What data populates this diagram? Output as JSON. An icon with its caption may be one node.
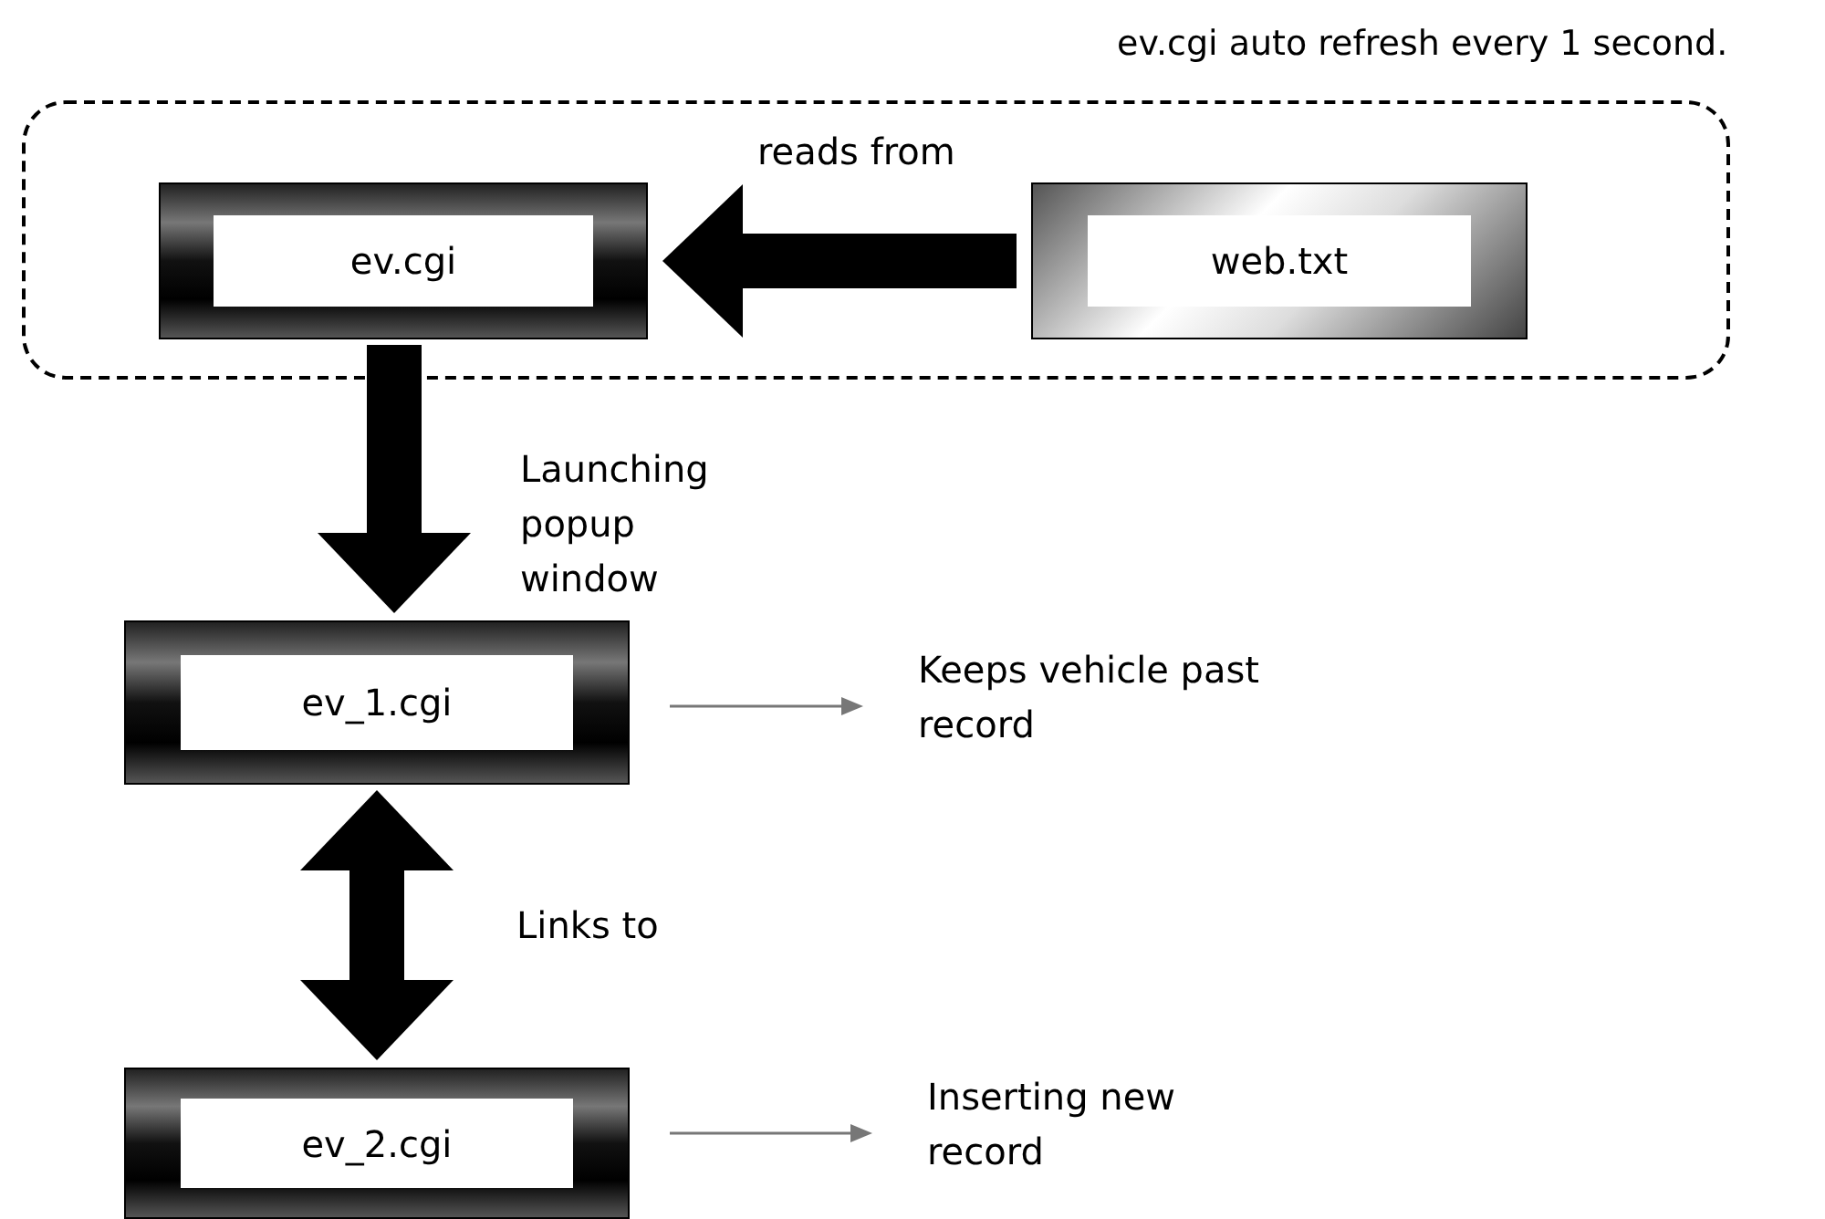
{
  "diagram": {
    "nodes": [
      {
        "text": [],
        "shape": "box"
      },
      {
        "text": [
          "ev.cgi"
        ],
        "in": 0
      },
      {
        "text": [
          "web.txt"
        ],
        "in": 0
      },
      {
        "text": [
          "ev_1.cgi"
        ]
      },
      {
        "text": [
          "Keeps vehicle past record"
        ]
      },
      {
        "text": [
          "ev_2.cgi"
        ]
      },
      {
        "text": [
          "Inserting new record"
        ]
      }
    ],
    "edges": [
      {
        "from": 2,
        "to": 1,
        "arrow": "to",
        "label": "reads from"
      },
      {
        "from": 1,
        "to": 3,
        "arrow": "to",
        "label": "Launching popup window"
      },
      {
        "from": 3,
        "to": 4,
        "arrow": "to",
        "color": "#777777"
      },
      {
        "from": 3,
        "to": 5,
        "arrow": "both",
        "label": "Links to"
      },
      {
        "from": 5,
        "to": 6,
        "arrow": "to",
        "color": "#777777"
      }
    ],
    "labels": [
      "ev.cgi auto refresh every 1 second."
    ]
  }
}
